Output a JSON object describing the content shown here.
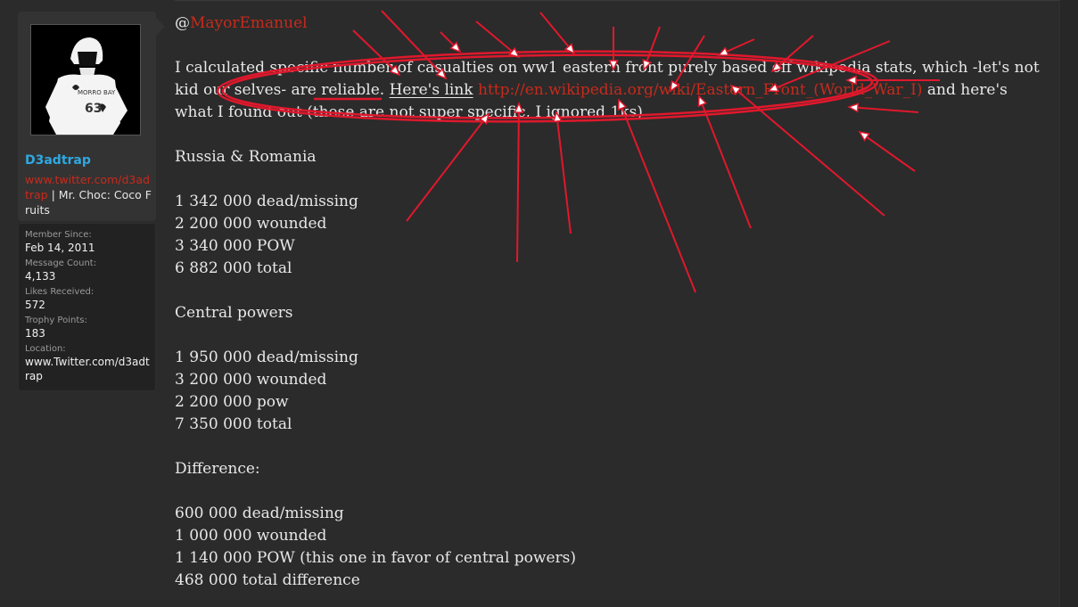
{
  "user": {
    "name": "D3adtrap",
    "twitter": "www.twitter.com/d3adtrap",
    "title_suffix": " | Mr. Choc: Coco Fruits",
    "avatar_text": "MORRO BAY 63"
  },
  "stats": [
    {
      "label": "Member Since:",
      "value": "Feb 14, 2011"
    },
    {
      "label": "Message Count:",
      "value": "4,133"
    },
    {
      "label": "Likes Received:",
      "value": "572"
    },
    {
      "label": "Trophy Points:",
      "value": "183"
    },
    {
      "label": "Location:",
      "value": "www.Twitter.com/d3adtrap"
    }
  ],
  "post": {
    "mention_at": "@",
    "mention_name": "MayorEmanuel",
    "intro_1": "I calculated specific number of casualties on ww1 eastern front purely based off wikipedia stats, which -let's not kid our selves- are reliable. ",
    "here_link": "Here's link",
    "url": "http://en.wikipedia.org/wiki/Eastern_Front_(World_War_I)",
    "intro_2": " and here's what I found out (these are not super specific, I ignored 1ks)",
    "section_1_title": "Russia & Romania",
    "section_1": [
      "1 342 000 dead/missing",
      "2 200 000 wounded",
      "3 340 000 POW",
      "6 882 000 total"
    ],
    "section_2_title": "Central powers",
    "section_2": [
      "1 950 000 dead/missing",
      "3 200 000 wounded",
      "2 200 000 pow",
      "7 350 000 total"
    ],
    "section_3_title": "Difference:",
    "section_3": [
      "600 000 dead/missing",
      "1 000 000 wounded",
      "1 140 000 POW (this one in favor of central powers)",
      "468 000 total difference"
    ]
  },
  "colors": {
    "background": "#2b2b2b",
    "username": "#2fa8e0",
    "link": "#c72a1c",
    "annotation": "#e0182c"
  }
}
